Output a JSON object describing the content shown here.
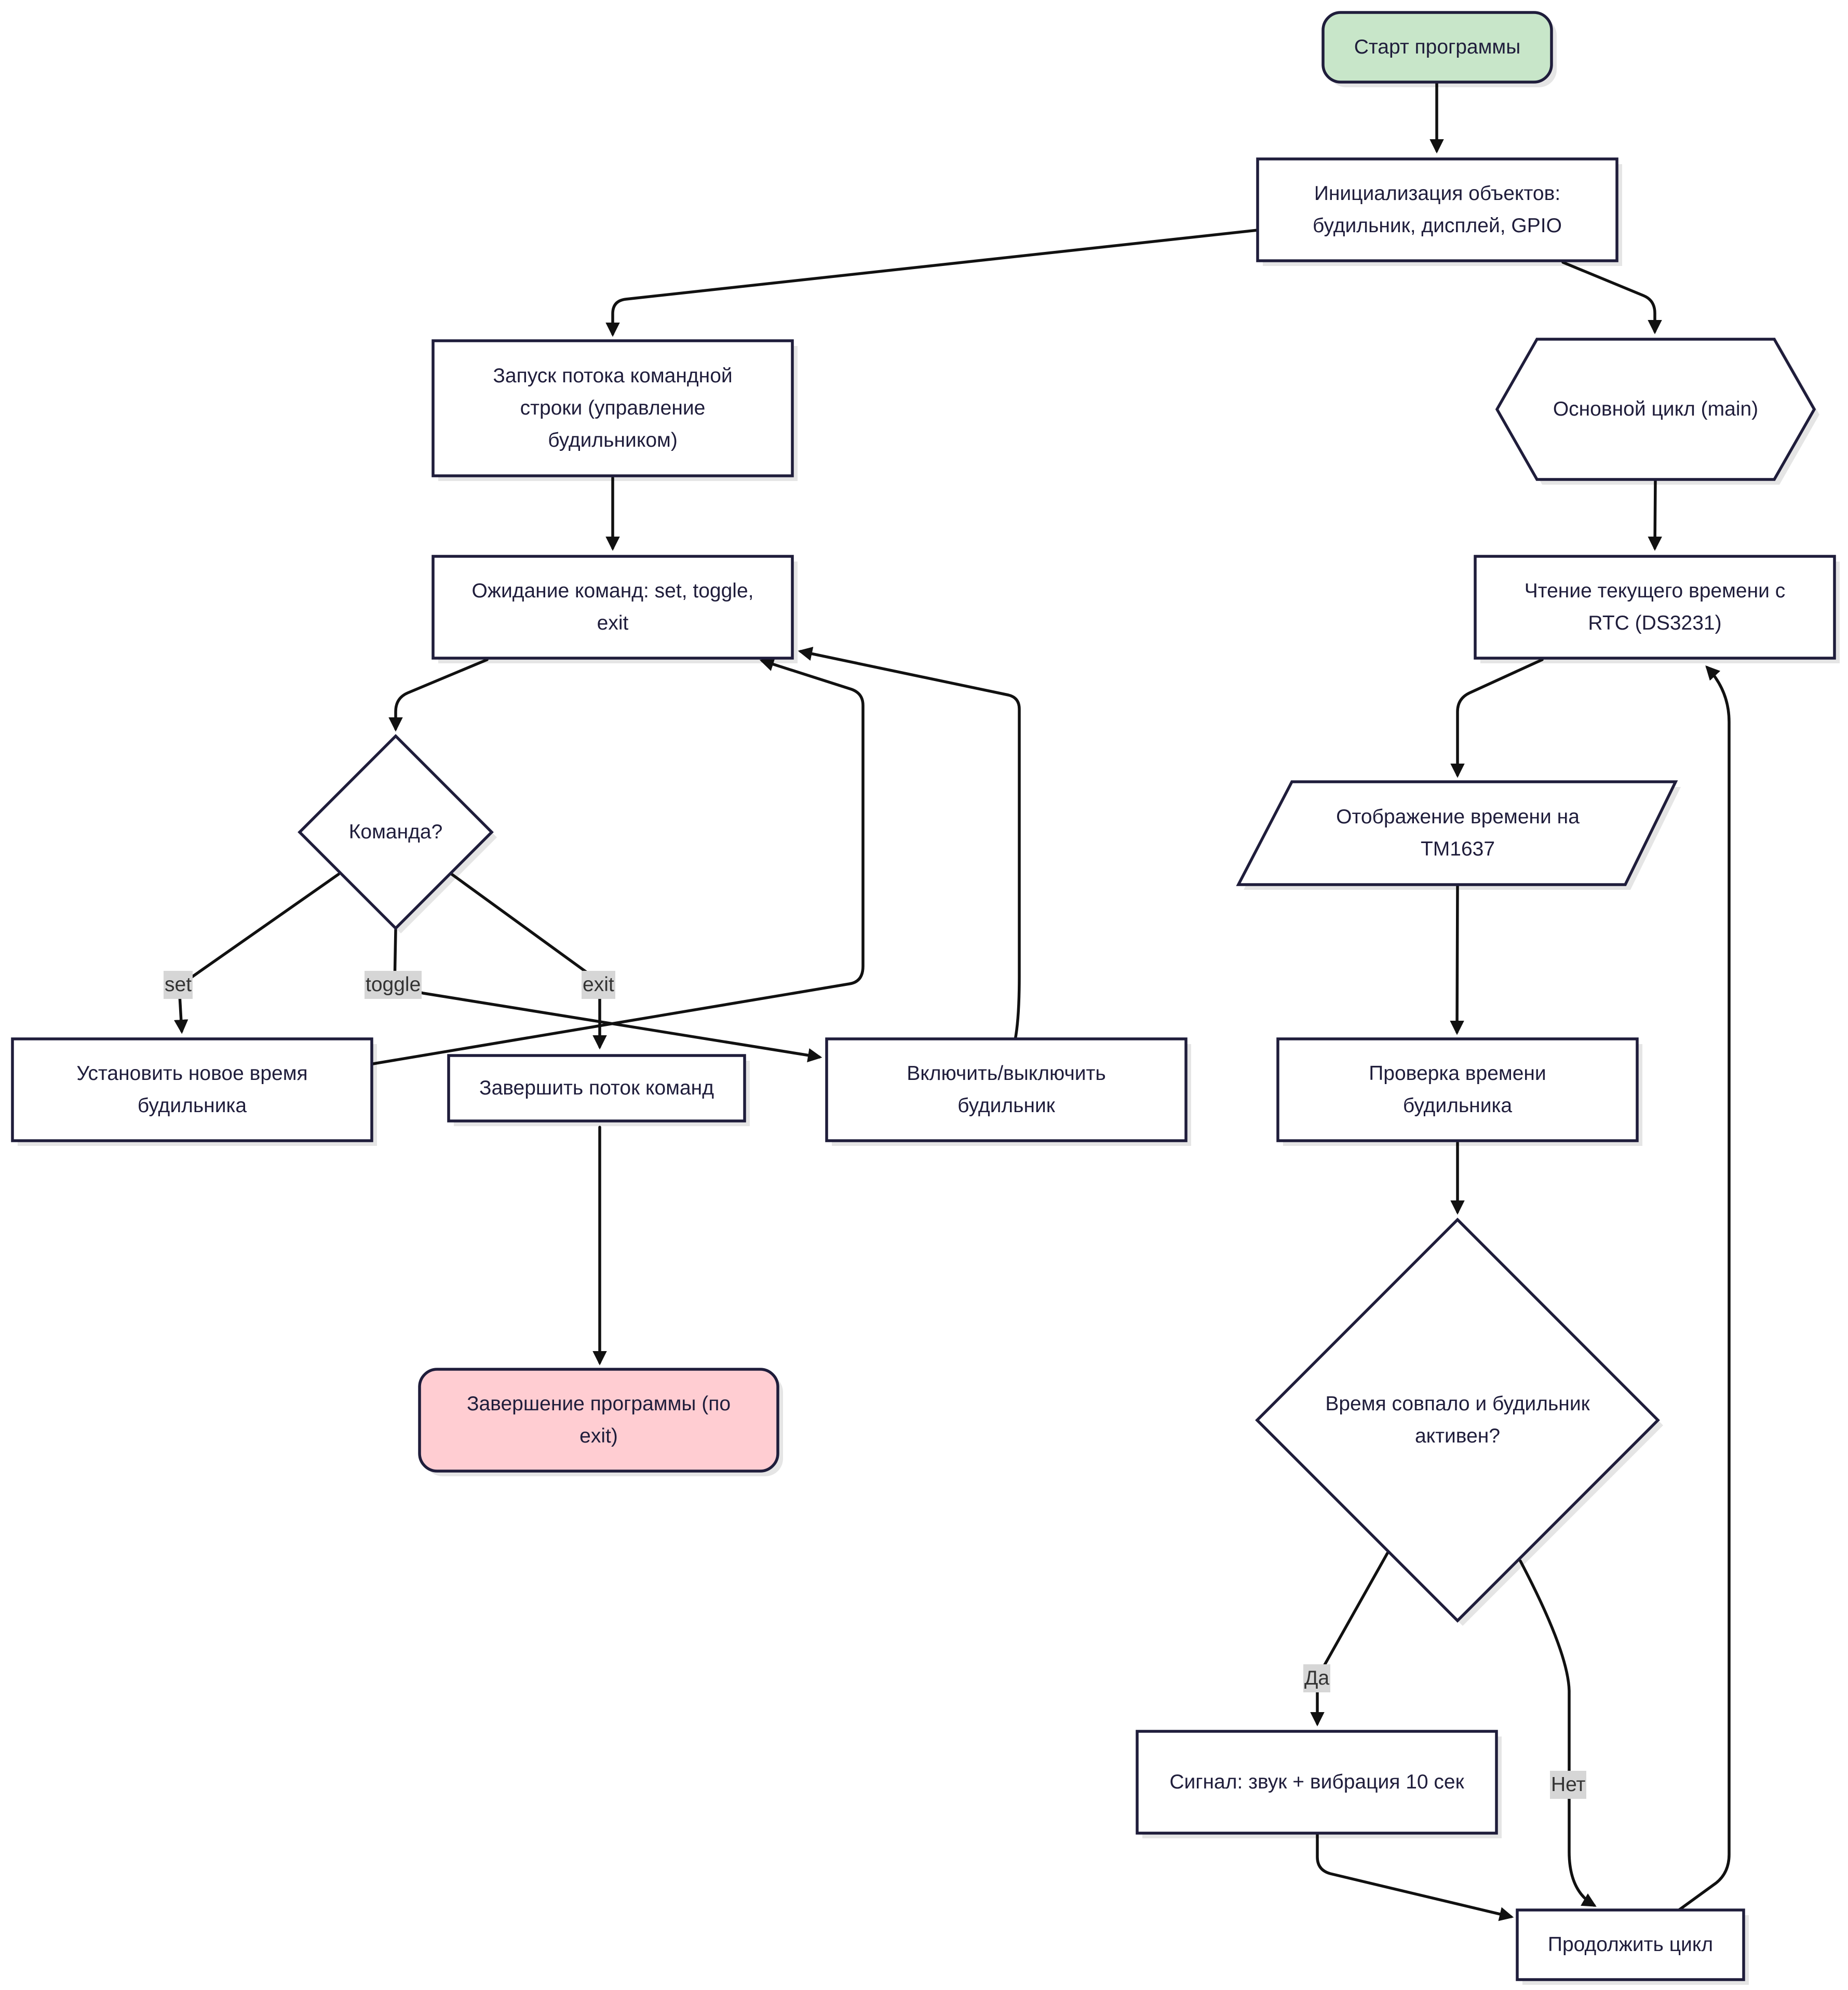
{
  "colors": {
    "start_fill": "#c8e6c9",
    "end_fill": "#ffcdd2",
    "node_fill": "#ffffff",
    "stroke": "#1f1d3b",
    "edge_label_bg": "#d6d6d6"
  },
  "nodes": {
    "start": "Старт программы",
    "init": "Инициализация объектов: будильник, дисплей, GPIO",
    "cli_thread": "Запуск потока командной строки (управление будильником)",
    "wait_commands": "Ожидание команд: set, toggle, exit",
    "command_decision": "Команда?",
    "set_alarm": "Установить новое время будильника",
    "stop_thread": "Завершить поток команд",
    "toggle_alarm": "Включить/выключить будильник",
    "end": "Завершение программы (по exit)",
    "main_loop": "Основной цикл (main)",
    "read_time": "Чтение текущего времени с RTC (DS3231)",
    "display_time": "Отображение времени на TM1637",
    "check_alarm": "Проверка времени будильника",
    "alarm_decision": "Время совпало и будильник активен?",
    "signal": "Сигнал: звук + вибрация 10 сек",
    "continue_loop": "Продолжить цикл"
  },
  "edge_labels": {
    "set": "set",
    "toggle": "toggle",
    "exit": "exit",
    "yes": "Да",
    "no": "Нет"
  }
}
